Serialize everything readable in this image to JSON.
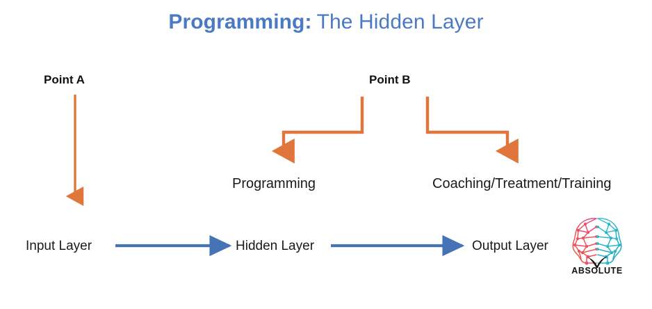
{
  "title": {
    "strong": "Programming:",
    "light": "The Hidden Layer"
  },
  "annotations": {
    "point_a": "Point A",
    "point_b": "Point B"
  },
  "branches": {
    "left": "Programming",
    "right": "Coaching/Treatment/Training"
  },
  "network": {
    "input": "Input Layer",
    "hidden": "Hidden Layer",
    "output": "Output Layer"
  },
  "logo": {
    "wordmark": "ABSOLUTE",
    "mark_name": "brain-network-logo"
  },
  "colors": {
    "title_blue": "#4a7ac4",
    "arrow_orange": "#e1763c",
    "flow_blue": "#4573b5",
    "text_black": "#1a1a1a",
    "logo_pink": "#e8468c",
    "logo_orange": "#ef5a3d",
    "logo_teal": "#25b5c4",
    "logo_cyan": "#3fc3d8",
    "background": "#ffffff"
  }
}
